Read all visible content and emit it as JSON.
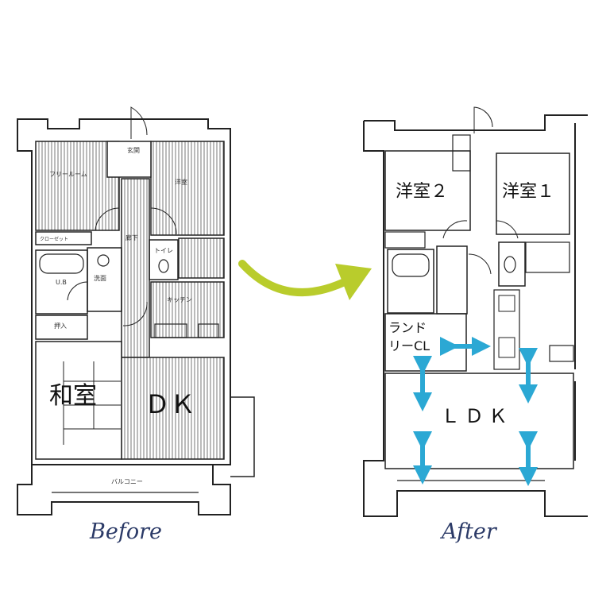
{
  "before": {
    "caption": "Before",
    "rooms": {
      "free_room": "フリールーム",
      "western_room": "洋室",
      "entrance": "玄関",
      "corridor": "廊下",
      "toilet": "トイレ",
      "closet": "クローゼット",
      "bath": "U.B",
      "washroom": "洗面",
      "oshiire": "押入",
      "kitchen": "キッチン",
      "japanese_room": "和室",
      "dk": "ＤＫ",
      "balcony": "バルコニー"
    }
  },
  "after": {
    "caption": "After",
    "rooms": {
      "western_room_2": "洋室２",
      "western_room_1": "洋室１",
      "laundry_line1": "ランド",
      "laundry_line2": "リーCL",
      "ldk": "ＬＤＫ"
    }
  },
  "colors": {
    "transition_arrow": "#b9cc2c",
    "flow_arrows": "#2ba8d4",
    "caption": "#2b3a67"
  }
}
